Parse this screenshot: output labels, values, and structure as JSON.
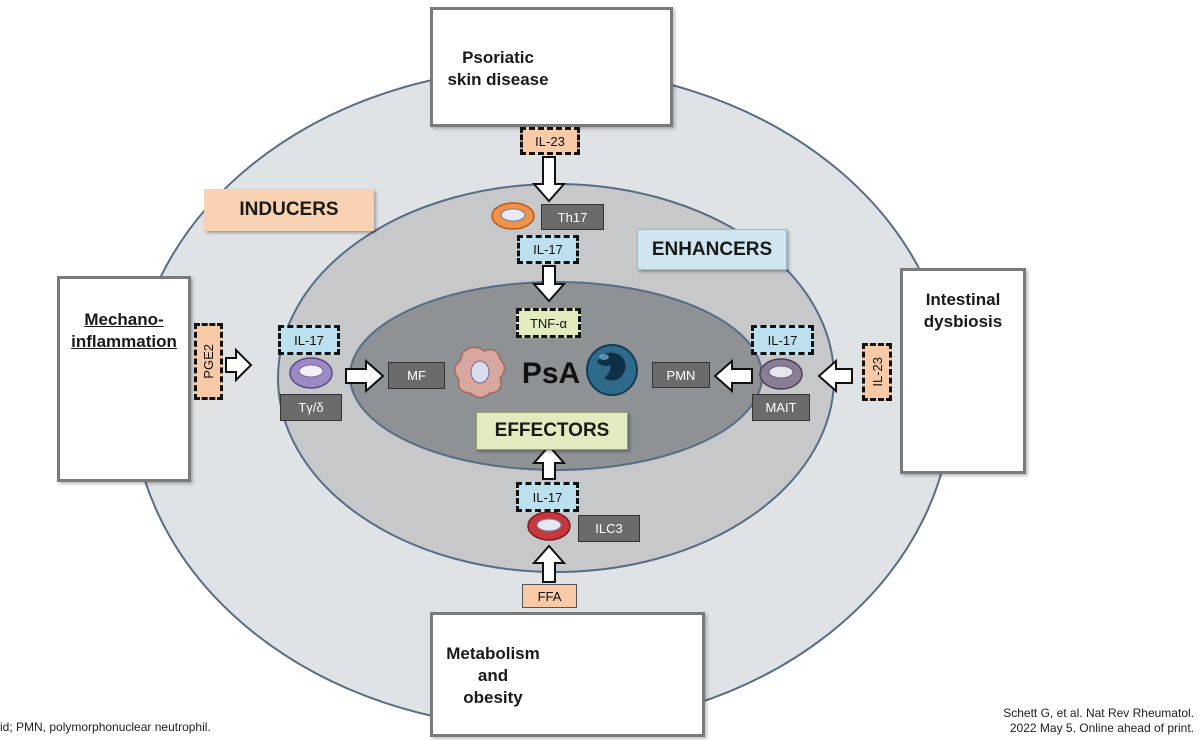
{
  "center": {
    "title": "PsA"
  },
  "zones": {
    "inducers": "INDUCERS",
    "enhancers": "ENHANCERS",
    "effectors": "EFFECTORS"
  },
  "boxes": {
    "skin": "Psoriatic\nskin disease",
    "mechano": "Mechano-\ninflammation",
    "intestinal": "Intestinal\ndysbiosis",
    "metabolism": "Metabolism\nand\nobesity"
  },
  "labels": {
    "il23_top": "IL-23",
    "th17": "Th17",
    "il17_top": "IL-17",
    "tnf": "TNF-α",
    "pge2": "PGE2",
    "il17_left": "IL-17",
    "tgd": "Tγ/δ",
    "mf": "MF",
    "il17_right": "IL-17",
    "pmn": "PMN",
    "mait": "MAIT",
    "il23_right": "IL-23",
    "il17_bottom": "IL-17",
    "ilc3": "ILC3",
    "ffa": "FFA"
  },
  "footer": {
    "left": "id; PMN, polymorphonuclear neutrophil.",
    "right_line1": "Schett G, et al. Nat Rev Rheumatol.",
    "right_line2": "2022 May 5. Online ahead of print."
  },
  "colors": {
    "outer_ring": "#dfe3e6",
    "middle_ring": "#c6c8ca",
    "inner_ring": "#8f9295",
    "ring_stroke": "#5a6b84",
    "inducers_bg": "#f9d2b4",
    "enhancers_bg": "#cfe6f1",
    "effectors_bg": "#e4ebc0"
  }
}
